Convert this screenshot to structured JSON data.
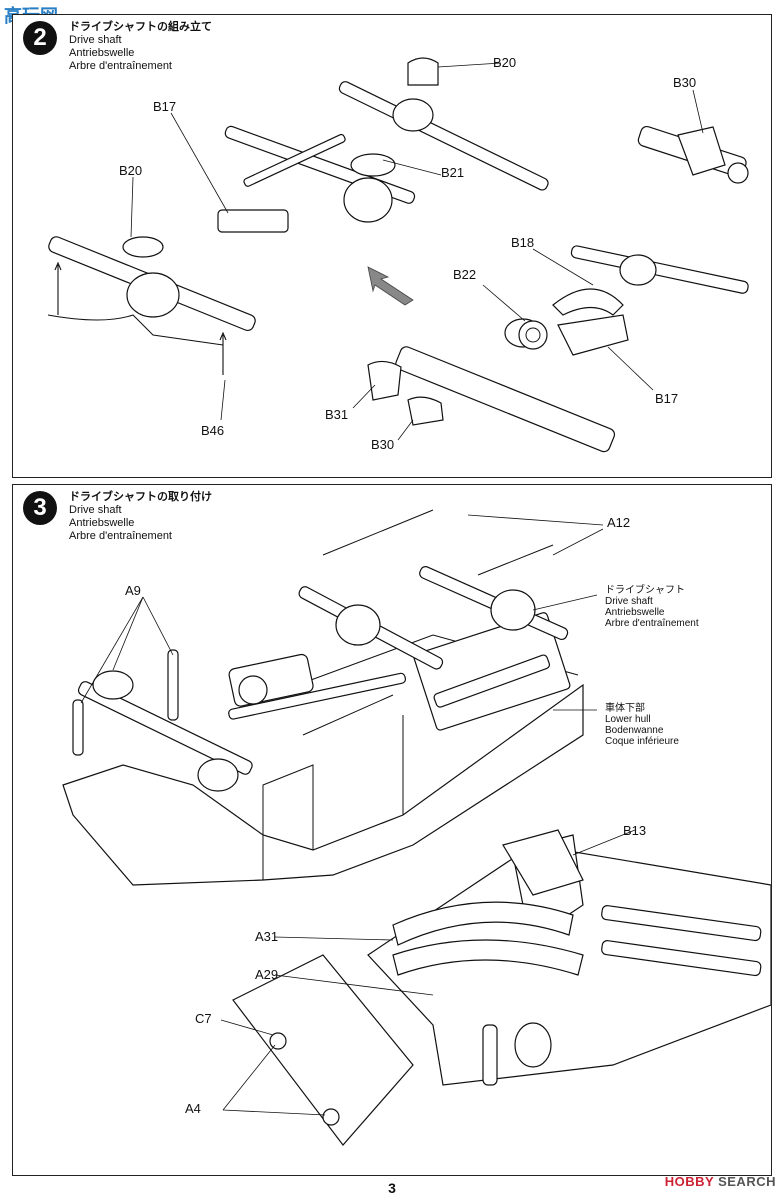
{
  "watermark_top": {
    "text": "高玩网",
    "accent": "#b83232"
  },
  "watermark_bottom": {
    "brand_a": "HOBBY",
    "brand_b": "SEARCH"
  },
  "page_number": "3",
  "step2": {
    "number": "2",
    "title_jp": "ドライブシャフトの組み立て",
    "title_en": "Drive shaft",
    "title_de": "Antriebswelle",
    "title_fr": "Arbre d'entraînement",
    "labels": {
      "b20a": "B20",
      "b30a": "B30",
      "b17a": "B17",
      "b20b": "B20",
      "b21": "B21",
      "b18": "B18",
      "b22": "B22",
      "b17b": "B17",
      "b31": "B31",
      "b30b": "B30",
      "b46": "B46"
    }
  },
  "step3": {
    "number": "3",
    "title_jp": "ドライブシャフトの取り付け",
    "title_en": "Drive shaft",
    "title_de": "Antriebswelle",
    "title_fr": "Arbre d'entraînement",
    "labels": {
      "a12": "A12",
      "a9": "A9",
      "b13": "B13",
      "a31": "A31",
      "a29": "A29",
      "c7": "C7",
      "a4": "A4"
    },
    "callout_driveshaft": {
      "jp": "ドライブシャフト",
      "en": "Drive shaft",
      "de": "Antriebswelle",
      "fr": "Arbre d'entraînement"
    },
    "callout_hull": {
      "jp": "車体下部",
      "en": "Lower hull",
      "de": "Bodenwanne",
      "fr": "Coque inférieure"
    }
  }
}
